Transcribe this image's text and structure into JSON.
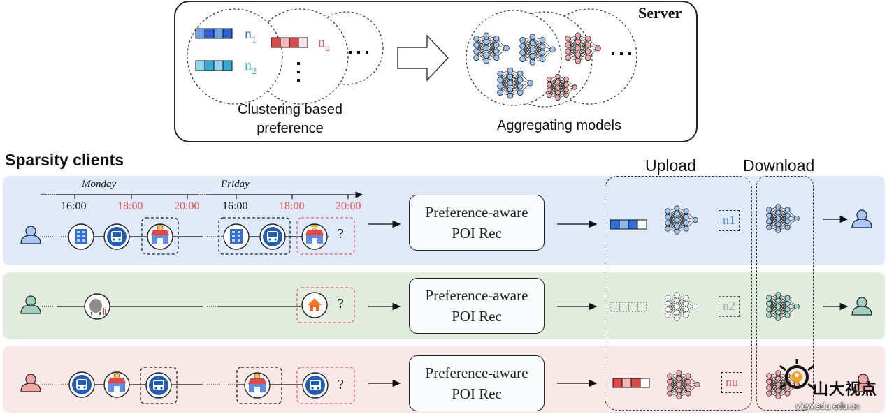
{
  "server": {
    "title": "Server",
    "clustering_label_line1": "Clustering based",
    "clustering_label_line2": "preference",
    "aggregating_label": "Aggregating models",
    "cluster_labels": [
      "n1",
      "n2",
      "nu"
    ]
  },
  "clients": {
    "title": "Sparsity clients",
    "upload_label": "Upload",
    "download_label": "Download",
    "rec_line1": "Preference-aware",
    "rec_line2": "POI Rec",
    "timeline": {
      "day1": "Monday",
      "day2": "Friday",
      "times": [
        "16:00",
        "18:00",
        "20:00"
      ]
    },
    "question_mark": "?",
    "upload_tags": [
      "n1",
      "n2",
      "nu"
    ]
  },
  "watermark": {
    "brand": "山大视点",
    "url": "view.sdu.edu.cn"
  },
  "colors": {
    "blue_band": "#dfe9f8",
    "green_band": "#e2ecde",
    "red_band": "#f8e9e8",
    "blue_accent": "#3a6fd8",
    "teal_accent": "#2fb4c9",
    "red_accent": "#e05a5a",
    "time_red": "#e0524f",
    "upload_blue": "#4a90d9"
  }
}
